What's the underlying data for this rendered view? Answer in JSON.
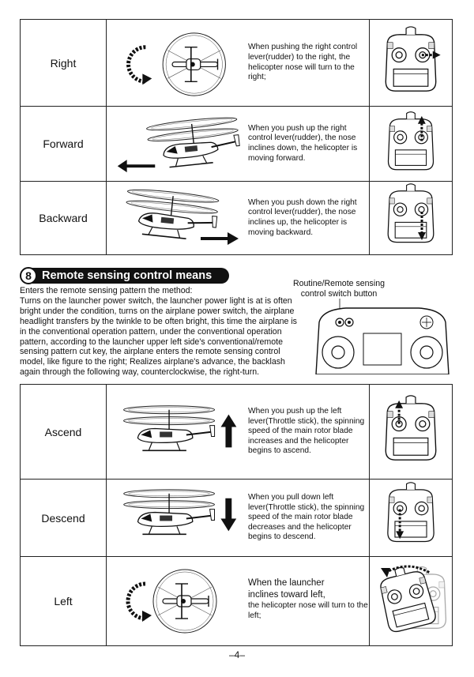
{
  "table_top": {
    "rows": [
      {
        "label": "Right",
        "text": "When pushing the right control lever(rudder) to the right, the helicopter nose will turn to the right;"
      },
      {
        "label": "Forward",
        "text": "When you push up the right control lever(rudder), the nose inclines down, the helicopter is moving forward."
      },
      {
        "label": "Backward",
        "text": "When you push down the right control lever(rudder), the nose inclines up, the helicopter is moving backward."
      }
    ]
  },
  "section": {
    "number": "8",
    "title": "Remote sensing control means",
    "intro_first": "Enters the remote sensing pattern the method:",
    "intro_body": "Turns on the launcher power switch, the launcher power light is at is often bright under the condition, turns on the airplane power switch, the airplane headlight transfers by the twinkle to be often bright, this time the airplane is in the conventional operation pattern, under the conventional operation pattern, according to the launcher upper left side's conventional/remote sensing pattern cut key, the airplane enters the remote sensing control model, like figure to the right; Realizes airplane's advance, the backlash again through the following way, counterclockwise, the right-turn.",
    "callout_line1": "Routine/Remote sensing",
    "callout_line2": "control switch button"
  },
  "table_bottom": {
    "rows": [
      {
        "label": "Ascend",
        "text": "When you push up the left lever(Throttle stick), the spinning speed of the main rotor blade increases and the helicopter begins to ascend."
      },
      {
        "label": "Descend",
        "text": "When you pull down left lever(Throttle stick), the spinning speed of the main rotor blade decreases and the helicopter begins to descend."
      },
      {
        "label": "Left",
        "text_line1": "When the launcher",
        "text_line2": "inclines toward left,",
        "text_rest": "the helicopter nose will turn to the left;"
      }
    ]
  },
  "footer": {
    "page": "–4–"
  },
  "colors": {
    "ink": "#111111",
    "border": "#222222",
    "background": "#ffffff"
  }
}
